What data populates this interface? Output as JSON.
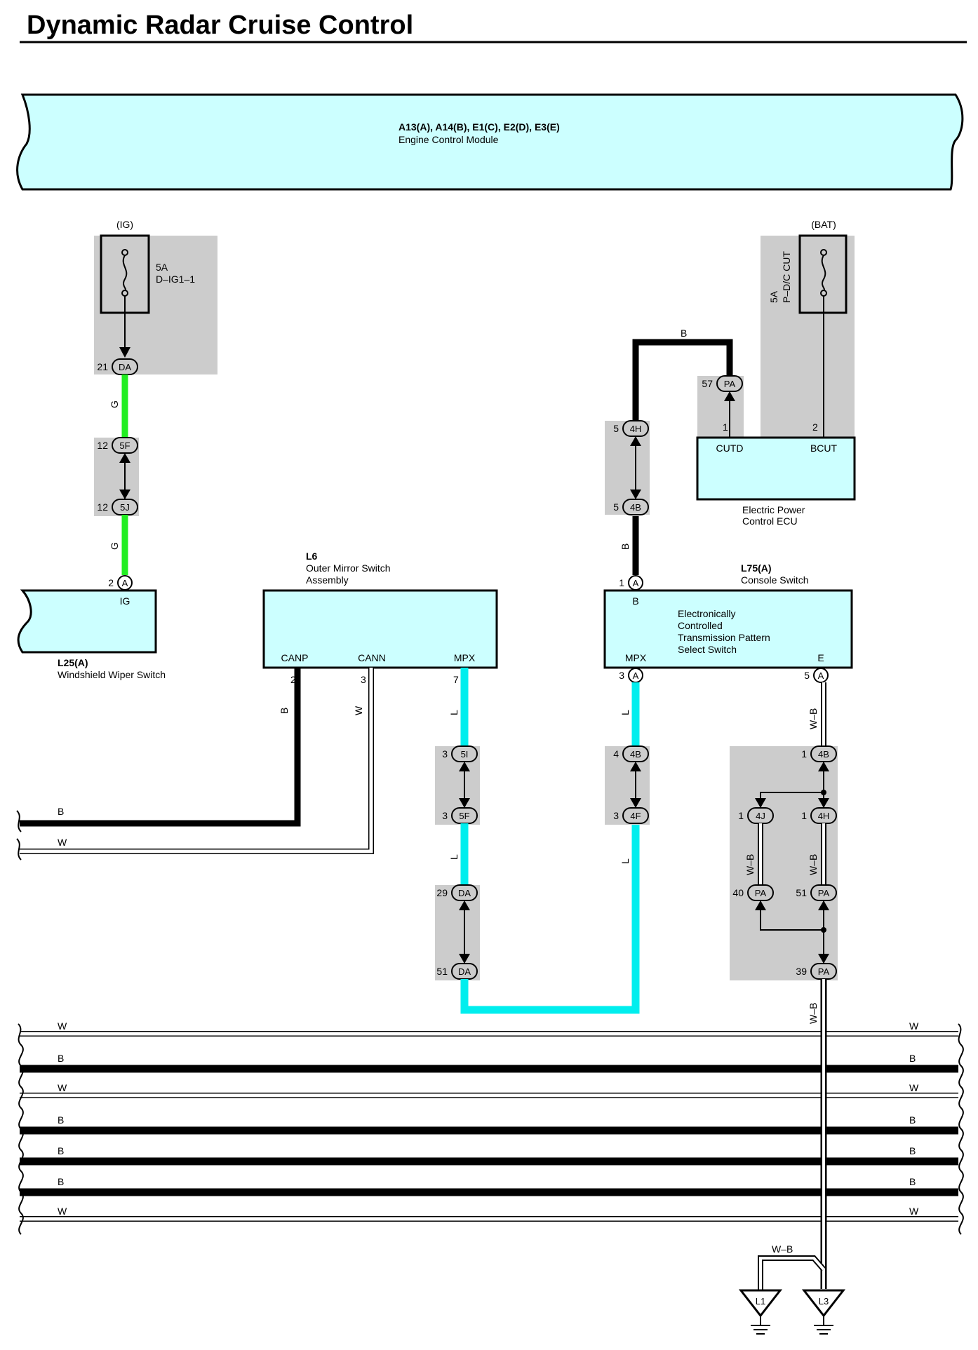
{
  "title": "Dynamic Radar Cruise Control",
  "colors": {
    "component_fill": "#ccffff",
    "junction_fill": "#cccccc",
    "wire_B": "#000000",
    "wire_G": "#00ee00",
    "wire_L": "#00ffff",
    "wire_W": "#ffffff"
  },
  "ecm": {
    "code": "A13(A), A14(B), E1(C), E2(D), E3(E)",
    "name": "Engine Control Module"
  },
  "fuse_ig": {
    "supply": "(IG)",
    "rating": "5A",
    "name": "D–IG1–1"
  },
  "fuse_bat": {
    "supply": "(BAT)",
    "rating": "5A",
    "name": "P–D/C CUT"
  },
  "wiper_switch": {
    "code": "L25(A)",
    "name": "Windshield Wiper Switch",
    "pin_label": "IG",
    "pin": "2",
    "conn": "A"
  },
  "mirror_switch": {
    "code": "L6",
    "name1": "Outer Mirror Switch",
    "name2": "Assembly",
    "pins": {
      "canp": "CANP",
      "cann": "CANN",
      "mpx": "MPX"
    },
    "pin_nums": {
      "canp": "2",
      "cann": "3",
      "mpx": "7"
    }
  },
  "console_switch": {
    "code": "L75(A)",
    "name": "Console Switch",
    "desc1": "Electronically",
    "desc2": "Controlled",
    "desc3": "Transmission Pattern",
    "desc4": "Select Switch",
    "pins": {
      "b": "B",
      "mpx": "MPX",
      "e": "E"
    },
    "pin_nums": {
      "b": "1",
      "mpx": "3",
      "e": "5"
    },
    "conn": "A"
  },
  "power_ecu": {
    "name1": "Electric Power",
    "name2": "Control ECU",
    "pins": {
      "cutd": "CUTD",
      "bcut": "BCUT"
    },
    "pin_nums": {
      "cutd": "1",
      "bcut": "2"
    }
  },
  "junctions": {
    "ig_da": {
      "pin": "21",
      "conn": "DA"
    },
    "j5f_top": {
      "pin": "12",
      "conn": "5F"
    },
    "j5j": {
      "pin": "12",
      "conn": "5J"
    },
    "pa57": {
      "pin": "57",
      "conn": "PA"
    },
    "j4h_top": {
      "pin": "5",
      "conn": "4H"
    },
    "j4b_mid": {
      "pin": "5",
      "conn": "4B"
    },
    "j5i": {
      "pin": "3",
      "conn": "5I"
    },
    "j5f_mid": {
      "pin": "3",
      "conn": "5F"
    },
    "da29": {
      "pin": "29",
      "conn": "DA"
    },
    "da51": {
      "pin": "51",
      "conn": "DA"
    },
    "j4b_low": {
      "pin": "4",
      "conn": "4B"
    },
    "j4f": {
      "pin": "3",
      "conn": "4F"
    },
    "j4b_e": {
      "pin": "1",
      "conn": "4B"
    },
    "j4j": {
      "pin": "1",
      "conn": "4J"
    },
    "j4h_e": {
      "pin": "1",
      "conn": "4H"
    },
    "pa40": {
      "pin": "40",
      "conn": "PA"
    },
    "pa51": {
      "pin": "51",
      "conn": "PA"
    },
    "pa39": {
      "pin": "39",
      "conn": "PA"
    }
  },
  "wire_labels": {
    "g": "G",
    "b": "B",
    "w": "W",
    "l": "L",
    "wb": "W–B"
  },
  "grounds": {
    "l1": "L1",
    "l3": "L3"
  },
  "bus_left": [
    "W",
    "B",
    "W",
    "B",
    "B",
    "B",
    "W"
  ],
  "bus_right": [
    "W",
    "B",
    "W",
    "B",
    "B",
    "B",
    "W"
  ]
}
